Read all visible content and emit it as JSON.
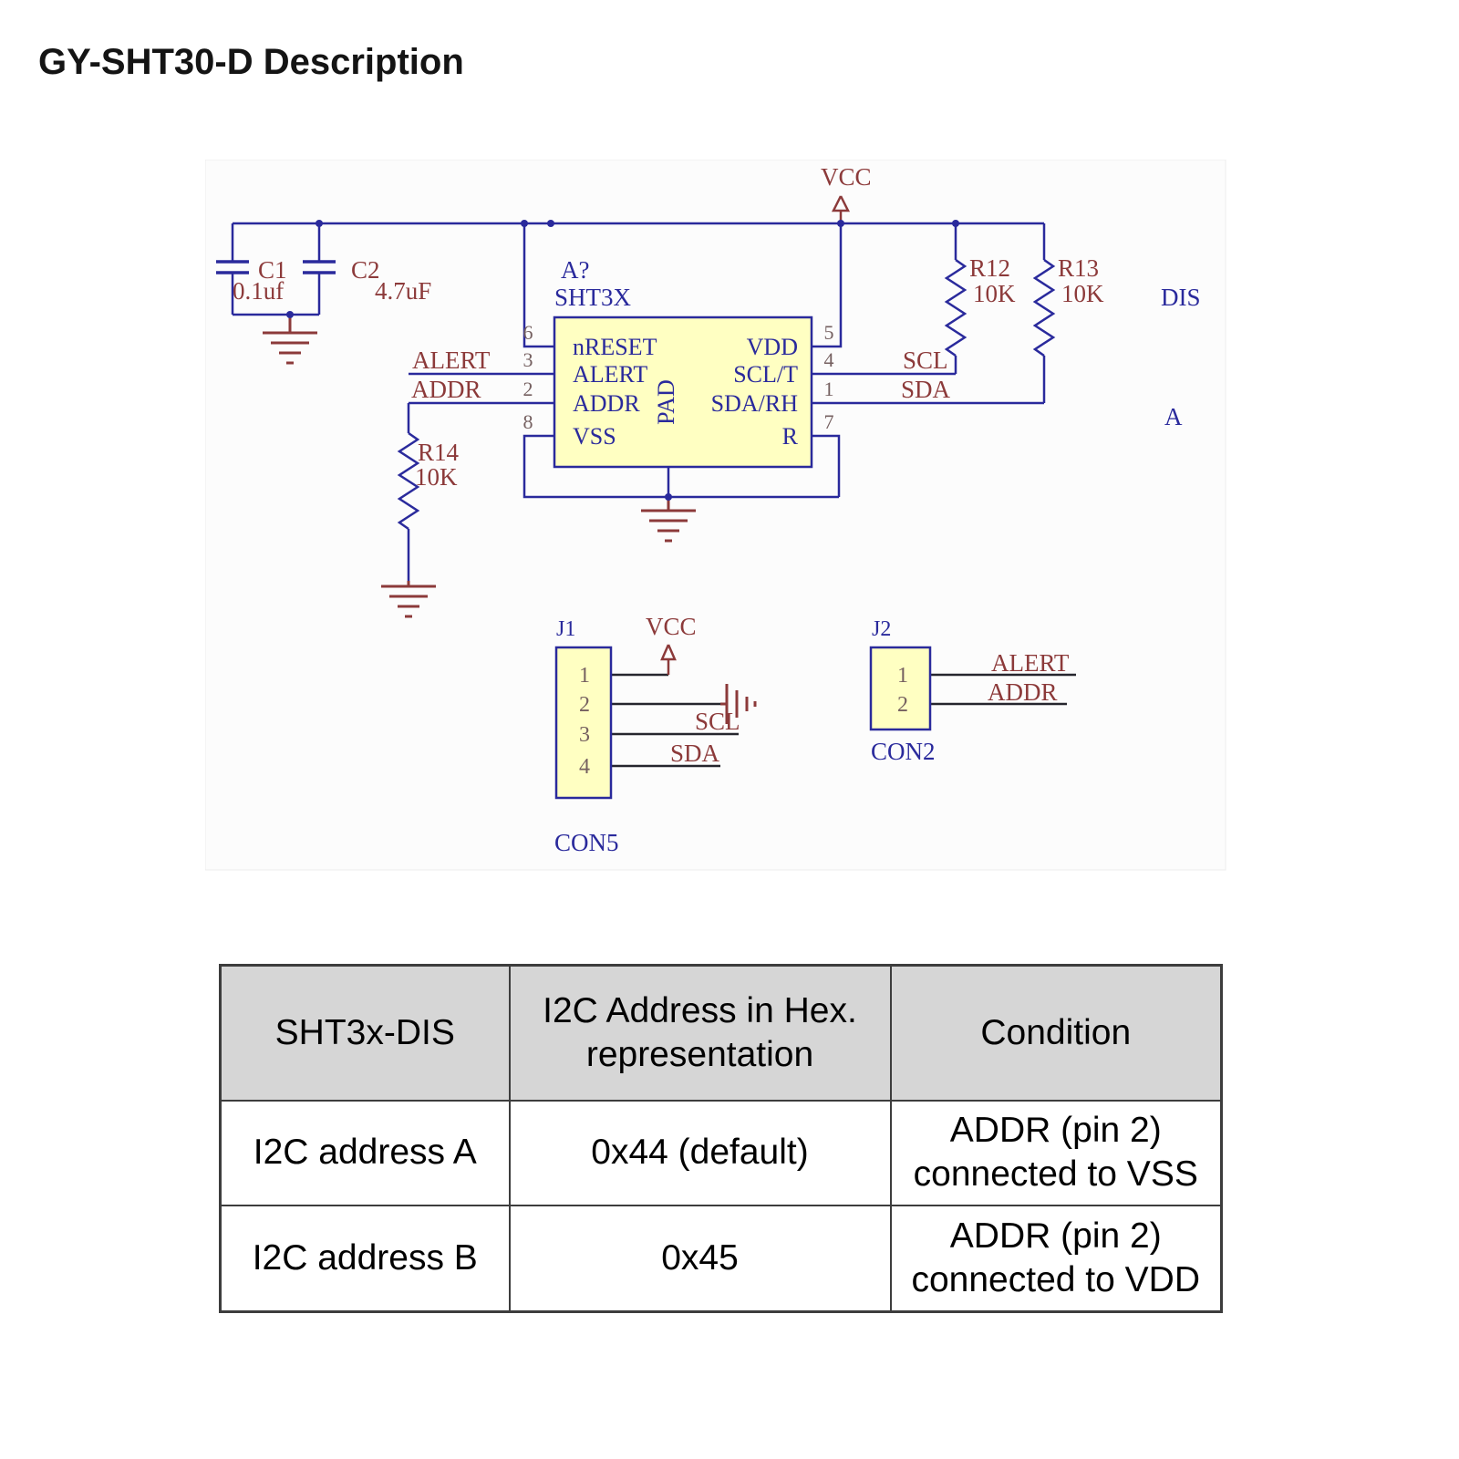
{
  "page": {
    "title": "GY-SHT30-D Description"
  },
  "schematic": {
    "power_net": "VCC",
    "capacitors": [
      {
        "ref": "C1",
        "value": "0.1uf"
      },
      {
        "ref": "C2",
        "value": "4.7uF"
      }
    ],
    "resistors": [
      {
        "ref": "R12",
        "value": "10K"
      },
      {
        "ref": "R13",
        "value": "10K"
      },
      {
        "ref": "R14",
        "value": "10K"
      }
    ],
    "ic": {
      "ref": "A?",
      "part": "SHT3X",
      "pad": "PAD",
      "left_pins": [
        {
          "num": "6",
          "name": "nRESET"
        },
        {
          "num": "3",
          "name": "ALERT"
        },
        {
          "num": "2",
          "name": "ADDR"
        },
        {
          "num": "8",
          "name": "VSS"
        }
      ],
      "right_pins": [
        {
          "num": "5",
          "name": "VDD"
        },
        {
          "num": "4",
          "name": "SCL/T"
        },
        {
          "num": "1",
          "name": "SDA/RH"
        },
        {
          "num": "7",
          "name": "R"
        }
      ]
    },
    "net_labels": {
      "alert": "ALERT",
      "addr": "ADDR",
      "scl": "SCL",
      "sda": "SDA",
      "dis": "DIS",
      "a": "A"
    },
    "j1": {
      "ref": "J1",
      "type": "CON5",
      "pins": [
        "1",
        "2",
        "3",
        "4"
      ],
      "vcc": "VCC",
      "scl": "SCL",
      "sda": "SDA"
    },
    "j2": {
      "ref": "J2",
      "type": "CON2",
      "pins": [
        "1",
        "2"
      ],
      "alert": "ALERT",
      "addr": "ADDR"
    }
  },
  "table": {
    "headers": [
      "SHT3x-DIS",
      "I2C Address in Hex. representation",
      "Condition"
    ],
    "rows": [
      [
        "I2C address A",
        "0x44 (default)",
        "ADDR (pin 2) connected to VSS"
      ],
      [
        "I2C address B",
        "0x45",
        "ADDR (pin 2) connected to VDD"
      ]
    ]
  },
  "colors": {
    "wire": "#2a2a9c",
    "label": "#8c3a3a",
    "ic_fill": "#ffffc2",
    "table_header_bg": "#d6d6d6"
  }
}
